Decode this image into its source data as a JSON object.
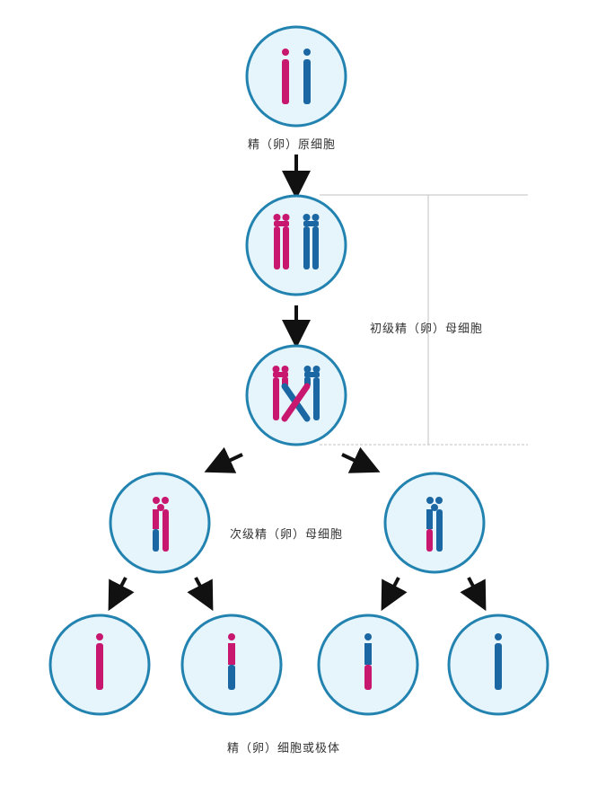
{
  "labels": {
    "primordial": "精（卵）原细胞",
    "primary": "初级精（卵）母细胞",
    "secondary": "次级精（卵）母细胞",
    "gamete": "精（卵）细胞或极体"
  },
  "colors": {
    "magenta": "#c8176f",
    "blue": "#1a67a3",
    "cell_fill": "#e6f4fb",
    "cell_stroke": "#2383b0",
    "arrow": "#111111",
    "bracket": "#c0c0c0"
  }
}
